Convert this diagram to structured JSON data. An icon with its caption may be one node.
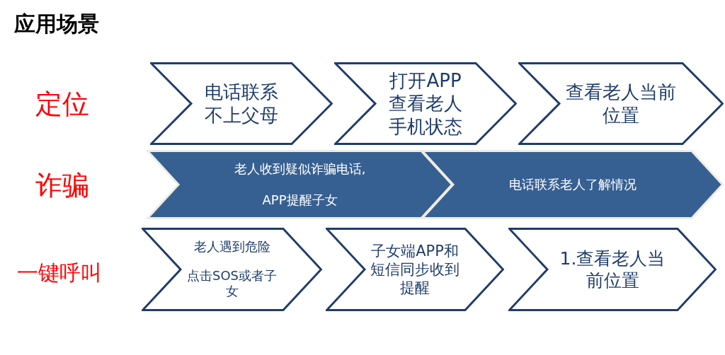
{
  "diagram": {
    "title": "应用场景",
    "nodes": [
      {
        "text": [
          "电话联系不上父母"
        ]
      },
      {
        "text": [
          "打开APP查看老人手机状态"
        ]
      },
      {
        "text": [
          "查看老人当前位置"
        ]
      },
      {
        "text": [
          "老人收到疑似诈骗电话,",
          "APP提醒子女"
        ]
      },
      {
        "text": [
          "电话联系老人了解情况"
        ]
      },
      {
        "text": [
          "老人遇到危险",
          "点击SOS或者子女"
        ]
      },
      {
        "text": [
          "子女端APP和短信同步收到提醒"
        ]
      },
      {
        "text": [
          "1.查看老人当前位置"
        ]
      }
    ],
    "labels": [
      "定位",
      "诈骗",
      "一键呼叫"
    ]
  }
}
